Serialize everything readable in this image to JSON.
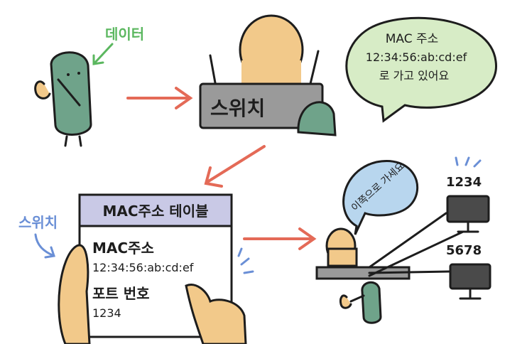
{
  "labels": {
    "data": "데이터",
    "switch_box": "스위치",
    "switch_side": "스위치"
  },
  "speech_top": {
    "line1": "MAC 주소",
    "line2": "12:34:56:ab:cd:ef",
    "line3": "로 가고 있어요"
  },
  "speech_small": {
    "text": "이쪽으로 가세요"
  },
  "table": {
    "title": "MAC주소 테이블",
    "mac_label": "MAC주소",
    "mac_value": "12:34:56:ab:cd:ef",
    "port_label": "포트 번호",
    "port_value": "1234"
  },
  "ports": {
    "top": "1234",
    "bottom": "5678"
  },
  "colors": {
    "data_green": "#6fa38a",
    "skin": "#f2c98a",
    "arrow": "#e46a57",
    "panel_gray": "#9a9a9a",
    "header_lavender": "#c9c9e6",
    "speech_green": "#d7ecc6",
    "speech_blue": "#b8d6ee",
    "label_green": "#5bb75f",
    "label_blue": "#6a8fd6"
  }
}
